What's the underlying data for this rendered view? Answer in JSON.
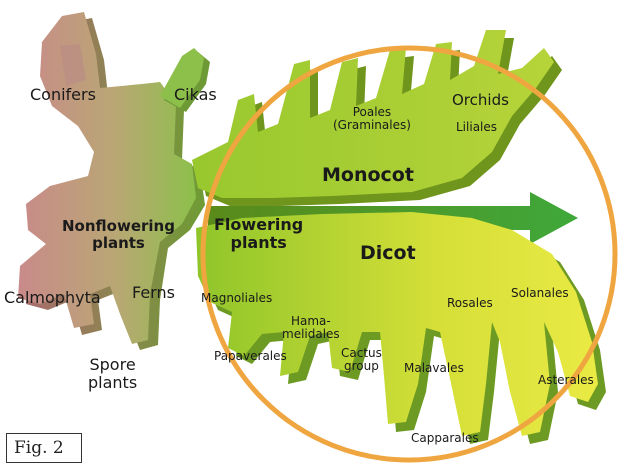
{
  "figure_label": "Fig. 2",
  "colors": {
    "circle": "#f0a640",
    "nonflowering_pink": "#c98a8a",
    "nonflowering_green": "#8cc04a",
    "monocot_green": "#7aa21c",
    "dicot_yellow": "#e2e23a",
    "arrow_green": "#3fa83a"
  },
  "labels": {
    "conifers": "Conifers",
    "cikas": "Cikas",
    "nonflowering": [
      "Nonflowering",
      "plants"
    ],
    "calmophyta": "Calmophyta",
    "ferns": "Ferns",
    "spore": [
      "Spore",
      "plants"
    ],
    "flowering": [
      "Flowering",
      "plants"
    ],
    "monocot": "Monocot",
    "dicot": "Dicot",
    "poales": [
      "Poales",
      "(Graminales)"
    ],
    "orchids": "Orchids",
    "liliales": "Liliales",
    "magnoliales": "Magnoliales",
    "hamamelidales": [
      "Hama-",
      "melidales"
    ],
    "papaverales": "Papaverales",
    "cactus": [
      "Cactus",
      "group"
    ],
    "malavales": "Malavales",
    "rosales": "Rosales",
    "solanales": "Solanales",
    "asterales": "Asterales",
    "capparales": "Capparales"
  }
}
